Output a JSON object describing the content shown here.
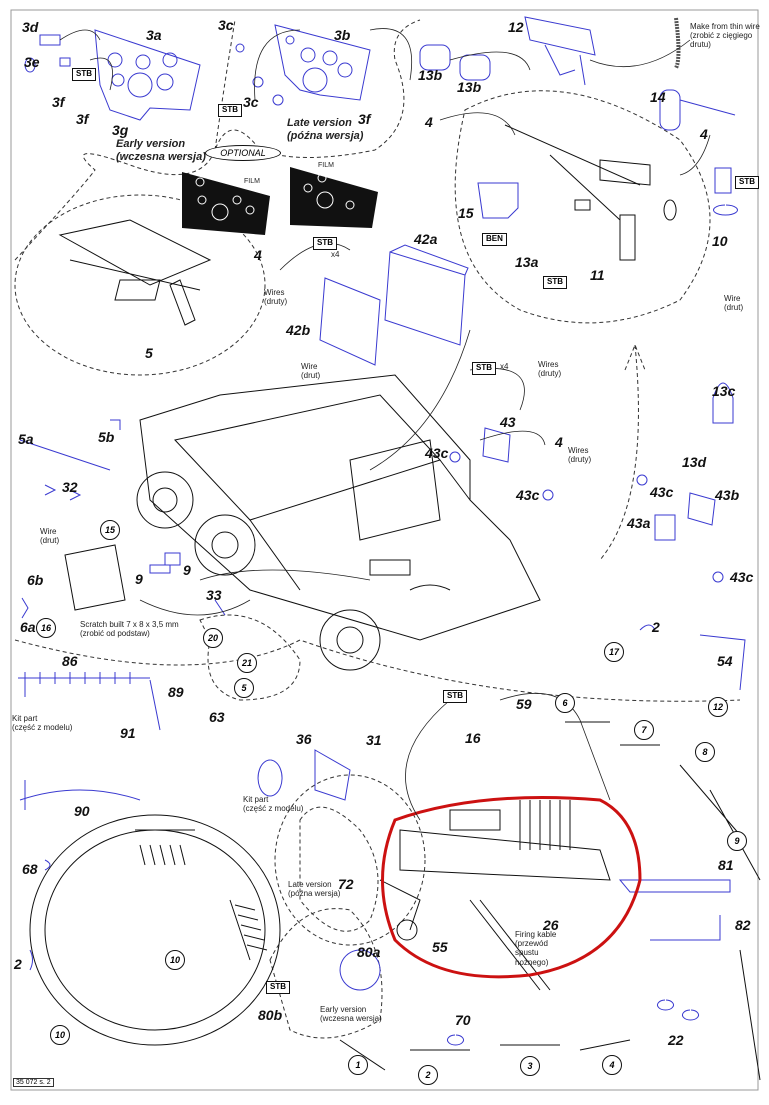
{
  "part_labels": [
    "3d",
    "3a",
    "3e",
    "3f",
    "3f",
    "3g",
    "3c",
    "3c",
    "3b",
    "3f",
    "12",
    "13b",
    "13b",
    "14",
    "4",
    "4",
    "15",
    "10",
    "13a",
    "11",
    "4",
    "42a",
    "42b",
    "5",
    "5b",
    "5a",
    "43",
    "43c",
    "4",
    "43c",
    "13c",
    "13d",
    "43c",
    "43b",
    "43a",
    "43c",
    "32",
    "9",
    "9",
    "6b",
    "6a",
    "33",
    "2",
    "54",
    "86",
    "89",
    "91",
    "90",
    "63",
    "36",
    "59",
    "16",
    "31",
    "81",
    "82",
    "68",
    "2",
    "72",
    "80b",
    "80a",
    "55",
    "26",
    "70",
    "22"
  ],
  "circled_steps": [
    "15",
    "16",
    "20",
    "21",
    "5",
    "17",
    "12",
    "6",
    "7",
    "8",
    "9",
    "10",
    "10",
    "1",
    "2",
    "3",
    "4"
  ],
  "tags": [
    "STB",
    "STB",
    "STB",
    "BEN",
    "STB",
    "STB",
    "STB",
    "STB",
    "STB"
  ],
  "notes": [
    "Early version\n(wczesna wersja)",
    "Late version\n(późna wersja)",
    "Make from thin wire\n(zrobić z cięgiego\ndrutu)",
    "Wires\n(druty)",
    "Wire\n(drut)",
    "Wires\n(druty)",
    "Wire\n(drut)",
    "Wires\n(druty)",
    "Wire\n(drut)",
    "Scratch built 7 x 8 x 3,5 mm\n(zrobić od podstaw)",
    "Kit part\n(część z modelu)",
    "Kit part\n(część z modelu)",
    "Late version\n(późna wersja)",
    "Early version\n(wczesna wersja)",
    "Firing kable\n(przewód\nspustu\nnożnego)",
    "x4",
    "x4"
  ],
  "film_labels": [
    "FILM",
    "FILM"
  ],
  "optional_label": "OPTIONAL",
  "page_label": "35 072 s. 2",
  "colors": {
    "part_blue": "#3a3ad0",
    "highlight_red": "#cc1111",
    "line": "#111111"
  }
}
